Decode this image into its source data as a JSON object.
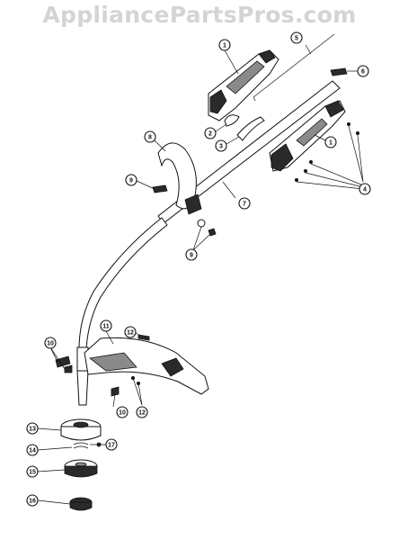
{
  "watermark": "AppliancePartsPros.com",
  "callouts": [
    {
      "id": "c1a",
      "label": "1"
    },
    {
      "id": "c5",
      "label": "5"
    },
    {
      "id": "c6",
      "label": "6"
    },
    {
      "id": "c2",
      "label": "2"
    },
    {
      "id": "c3",
      "label": "3"
    },
    {
      "id": "c1b",
      "label": "1"
    },
    {
      "id": "c8",
      "label": "8"
    },
    {
      "id": "c9a",
      "label": "9"
    },
    {
      "id": "c4",
      "label": "4"
    },
    {
      "id": "c7",
      "label": "7"
    },
    {
      "id": "c9b",
      "label": "9"
    },
    {
      "id": "c11",
      "label": "11"
    },
    {
      "id": "c12a",
      "label": "12"
    },
    {
      "id": "c10a",
      "label": "10"
    },
    {
      "id": "c10b",
      "label": "10"
    },
    {
      "id": "c12b",
      "label": "12"
    },
    {
      "id": "c13",
      "label": "13"
    },
    {
      "id": "c14",
      "label": "14"
    },
    {
      "id": "c17",
      "label": "17"
    },
    {
      "id": "c15",
      "label": "15"
    },
    {
      "id": "c16",
      "label": "16"
    }
  ]
}
